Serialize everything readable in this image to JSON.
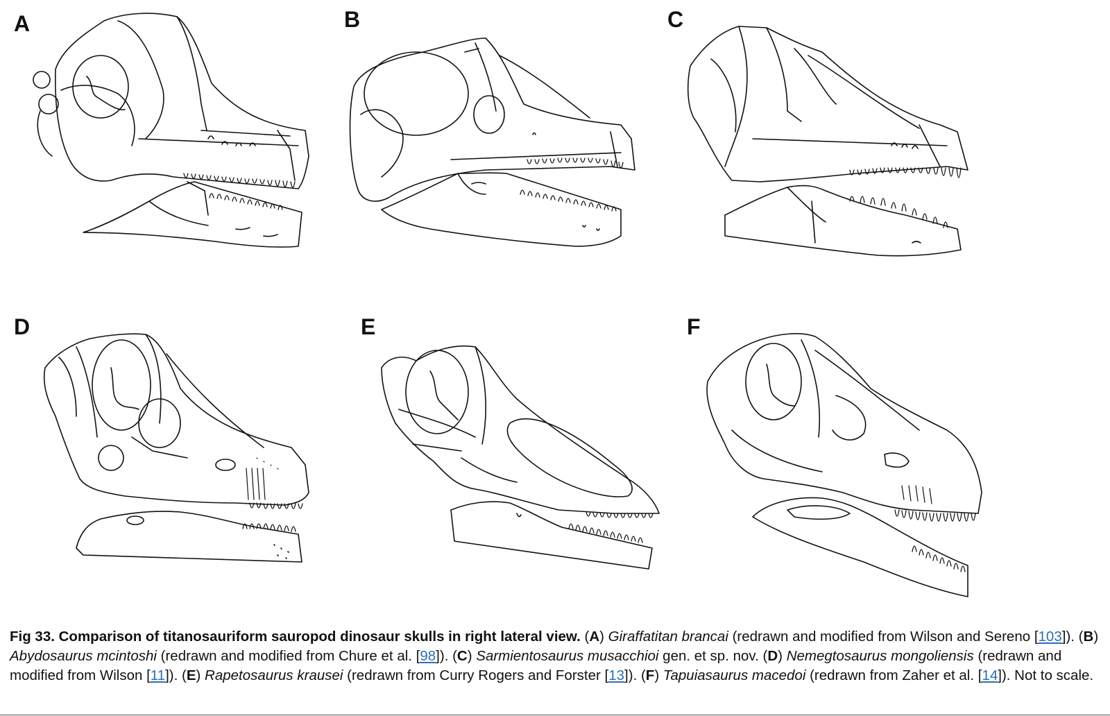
{
  "panels": [
    {
      "id": "A",
      "letter": "A"
    },
    {
      "id": "B",
      "letter": "B"
    },
    {
      "id": "C",
      "letter": "C"
    },
    {
      "id": "D",
      "letter": "D"
    },
    {
      "id": "E",
      "letter": "E"
    },
    {
      "id": "F",
      "letter": "F"
    }
  ],
  "caption": {
    "lead": "Fig 33. Comparison of titanosauriform sauropod dinosaur skulls in right lateral view.",
    "segments": [
      {
        "t": " ("
      },
      {
        "b": "A"
      },
      {
        "t": ") "
      },
      {
        "i": "Giraffatitan brancai"
      },
      {
        "t": " (redrawn and modified from Wilson and Sereno ["
      },
      {
        "ref": "103"
      },
      {
        "t": "]). ("
      },
      {
        "b": "B"
      },
      {
        "t": ") "
      },
      {
        "i": "Abydosaurus mcintoshi"
      },
      {
        "t": " (redrawn and modified from Chure et al. ["
      },
      {
        "ref": "98"
      },
      {
        "t": "]). ("
      },
      {
        "b": "C"
      },
      {
        "t": ") "
      },
      {
        "i": "Sarmientosaurus musacchioi"
      },
      {
        "t": " gen. et sp. nov. ("
      },
      {
        "b": "D"
      },
      {
        "t": ") "
      },
      {
        "i": "Nemegtosaurus mongoliensis"
      },
      {
        "t": " (redrawn and modified from Wilson ["
      },
      {
        "ref": "11"
      },
      {
        "t": "]). ("
      },
      {
        "b": "E"
      },
      {
        "t": ") "
      },
      {
        "i": "Rapetosaurus krausei"
      },
      {
        "t": " (redrawn from Curry Rogers and Forster ["
      },
      {
        "ref": "13"
      },
      {
        "t": "]). ("
      },
      {
        "b": "F"
      },
      {
        "t": ") "
      },
      {
        "i": "Tapuiasaurus macedoi"
      },
      {
        "t": " (redrawn from Zaher et al. ["
      },
      {
        "ref": "14"
      },
      {
        "t": "]). Not to scale."
      }
    ]
  }
}
